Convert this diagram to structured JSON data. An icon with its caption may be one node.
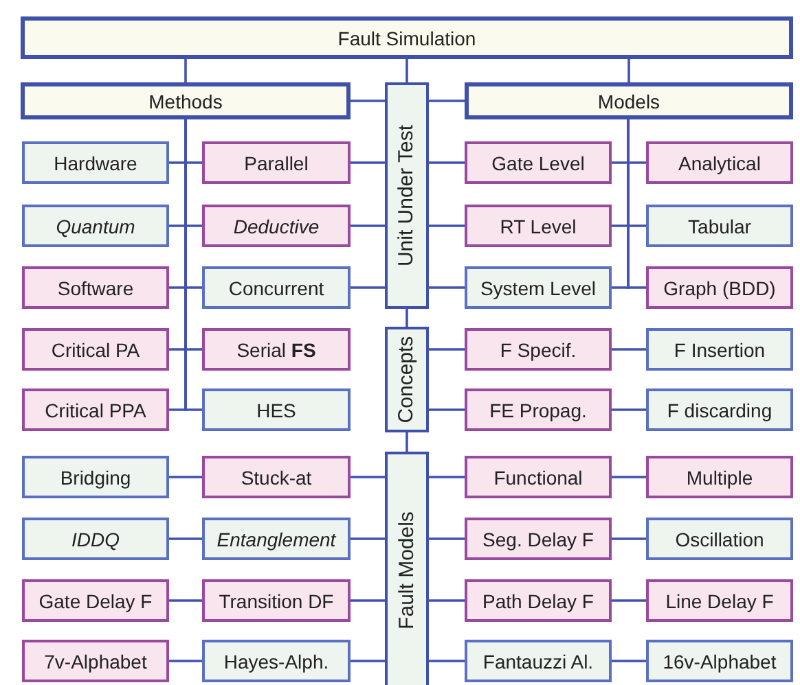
{
  "diagram": {
    "nodes": [
      {
        "text": [
          "Fault Simulation"
        ]
      },
      {
        "text": [
          "Methods"
        ]
      },
      {
        "text": [
          "Unit Under Test"
        ]
      },
      {
        "text": [
          "Models"
        ]
      },
      {
        "text": [
          "Hardware"
        ]
      },
      {
        "text": [
          "Parallel"
        ]
      },
      {
        "text": [
          "Quantum"
        ]
      },
      {
        "text": [
          "Deductive"
        ]
      },
      {
        "text": [
          "Software"
        ]
      },
      {
        "text": [
          "Concurrent"
        ]
      },
      {
        "text": [
          "Gate Level"
        ]
      },
      {
        "text": [
          "Analytical"
        ]
      },
      {
        "text": [
          "RT Level"
        ]
      },
      {
        "text": [
          "Tabular"
        ]
      },
      {
        "text": [
          "System Level"
        ]
      },
      {
        "text": [
          "Graph (BDD)"
        ]
      },
      {
        "text": [
          "Critical PA"
        ]
      },
      {
        "text": [
          "Serial **FS**"
        ]
      },
      {
        "text": [
          "Critical PPA"
        ]
      },
      {
        "text": [
          "HES"
        ]
      },
      {
        "text": [
          "Concepts"
        ]
      },
      {
        "text": [
          "F Specif."
        ]
      },
      {
        "text": [
          "F Insertion"
        ]
      },
      {
        "text": [
          "FE Propag."
        ]
      },
      {
        "text": [
          "F discarding"
        ]
      },
      {
        "text": [
          "Fault Models"
        ]
      },
      {
        "text": [
          "Bridging"
        ]
      },
      {
        "text": [
          "Stuck-at"
        ]
      },
      {
        "text": [
          "Functional"
        ]
      },
      {
        "text": [
          "Multiple"
        ]
      },
      {
        "text": [
          "IDDQ"
        ]
      },
      {
        "text": [
          "Entanglement"
        ]
      },
      {
        "text": [
          "Seg. Delay F"
        ]
      },
      {
        "text": [
          "Oscillation"
        ]
      },
      {
        "text": [
          "Gate Delay F"
        ]
      },
      {
        "text": [
          "Transition DF"
        ]
      },
      {
        "text": [
          "Path Delay F"
        ]
      },
      {
        "text": [
          "Line Delay F"
        ]
      },
      {
        "text": [
          "7v-Alphabet"
        ]
      },
      {
        "text": [
          "Hayes-Alph."
        ]
      },
      {
        "text": [
          "Fantauzzi Al."
        ]
      },
      {
        "text": [
          "16v-Alphabet"
        ]
      }
    ],
    "edges": [
      {
        "from": 0,
        "to": 1,
        "arrow": "none"
      },
      {
        "from": 0,
        "to": 2,
        "arrow": "none"
      },
      {
        "from": 0,
        "to": 3,
        "arrow": "none"
      },
      {
        "from": 1,
        "to": 2,
        "arrow": "none"
      },
      {
        "from": 2,
        "to": 3,
        "arrow": "none"
      },
      {
        "from": 1,
        "to": 4,
        "arrow": "none"
      },
      {
        "from": 1,
        "to": 5,
        "arrow": "none"
      },
      {
        "from": 1,
        "to": 6,
        "arrow": "none"
      },
      {
        "from": 1,
        "to": 7,
        "arrow": "none"
      },
      {
        "from": 1,
        "to": 8,
        "arrow": "none"
      },
      {
        "from": 1,
        "to": 9,
        "arrow": "none"
      },
      {
        "from": 1,
        "to": 16,
        "arrow": "none"
      },
      {
        "from": 1,
        "to": 17,
        "arrow": "none"
      },
      {
        "from": 1,
        "to": 18,
        "arrow": "none"
      },
      {
        "from": 1,
        "to": 19,
        "arrow": "none"
      },
      {
        "from": 5,
        "to": 2,
        "arrow": "none"
      },
      {
        "from": 7,
        "to": 2,
        "arrow": "none"
      },
      {
        "from": 9,
        "to": 2,
        "arrow": "none"
      },
      {
        "from": 2,
        "to": 10,
        "arrow": "none"
      },
      {
        "from": 2,
        "to": 12,
        "arrow": "none"
      },
      {
        "from": 2,
        "to": 14,
        "arrow": "none"
      },
      {
        "from": 3,
        "to": 10,
        "arrow": "none"
      },
      {
        "from": 3,
        "to": 11,
        "arrow": "none"
      },
      {
        "from": 3,
        "to": 12,
        "arrow": "none"
      },
      {
        "from": 3,
        "to": 13,
        "arrow": "none"
      },
      {
        "from": 3,
        "to": 14,
        "arrow": "none"
      },
      {
        "from": 3,
        "to": 15,
        "arrow": "none"
      },
      {
        "from": 2,
        "to": 20,
        "arrow": "none"
      },
      {
        "from": 20,
        "to": 21,
        "arrow": "none"
      },
      {
        "from": 21,
        "to": 22,
        "arrow": "none"
      },
      {
        "from": 20,
        "to": 23,
        "arrow": "none"
      },
      {
        "from": 23,
        "to": 24,
        "arrow": "none"
      },
      {
        "from": 20,
        "to": 25,
        "arrow": "none"
      },
      {
        "from": 25,
        "to": 27,
        "arrow": "none"
      },
      {
        "from": 27,
        "to": 26,
        "arrow": "none"
      },
      {
        "from": 25,
        "to": 28,
        "arrow": "none"
      },
      {
        "from": 28,
        "to": 29,
        "arrow": "none"
      },
      {
        "from": 25,
        "to": 31,
        "arrow": "none"
      },
      {
        "from": 31,
        "to": 30,
        "arrow": "none"
      },
      {
        "from": 25,
        "to": 32,
        "arrow": "none"
      },
      {
        "from": 32,
        "to": 33,
        "arrow": "none"
      },
      {
        "from": 25,
        "to": 35,
        "arrow": "none"
      },
      {
        "from": 35,
        "to": 34,
        "arrow": "none"
      },
      {
        "from": 25,
        "to": 36,
        "arrow": "none"
      },
      {
        "from": 36,
        "to": 37,
        "arrow": "none"
      },
      {
        "from": 25,
        "to": 39,
        "arrow": "none"
      },
      {
        "from": 39,
        "to": 38,
        "arrow": "none"
      },
      {
        "from": 25,
        "to": 40,
        "arrow": "none"
      },
      {
        "from": 40,
        "to": 41,
        "arrow": "none"
      }
    ]
  }
}
